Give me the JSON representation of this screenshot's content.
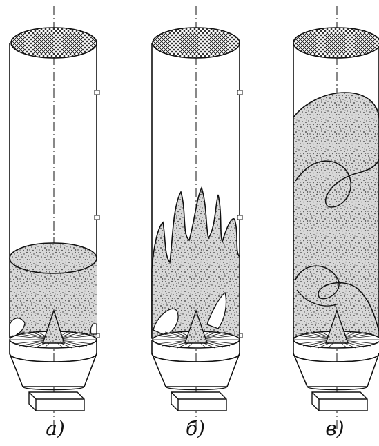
{
  "captions": [
    "а)",
    "б)",
    "в)"
  ],
  "colors": {
    "stroke": "#111111",
    "fill": "#ffffff",
    "stipple": "#3a3a3a"
  },
  "icons": {
    "grid": "crosshatch-pattern",
    "particles": "stipple-pattern"
  }
}
